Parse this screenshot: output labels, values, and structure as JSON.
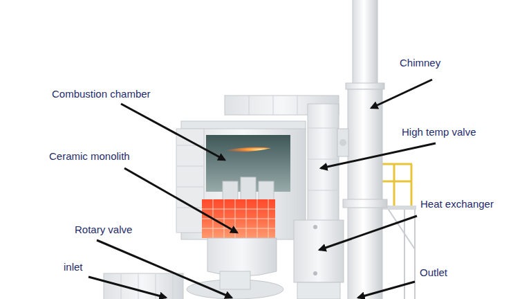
{
  "diagram": {
    "labels": [
      "Chimney",
      "Combustion chamber",
      "High temp valve",
      "Ceramic monolith",
      "Heat exchanger",
      "Rotary valve",
      "inlet",
      "Outlet"
    ]
  }
}
